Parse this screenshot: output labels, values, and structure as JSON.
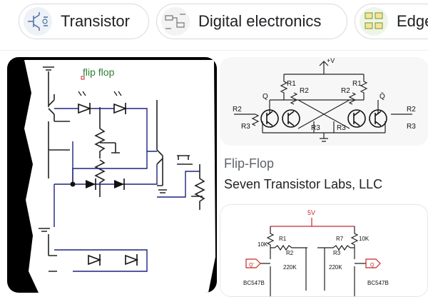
{
  "chips": [
    {
      "label": "Transistor"
    },
    {
      "label": "Digital electronics"
    },
    {
      "label": "Edge"
    }
  ],
  "results": {
    "left_image": {
      "caption": "flip flop"
    },
    "right_top": {
      "title": "Flip-Flop",
      "source": "Seven Transistor Labs, LLC",
      "labels": {
        "vplus": "+V",
        "r1": "R1",
        "r2": "R2",
        "r3": "R3",
        "q": "Q",
        "qbar": "Q̄",
        "ground": "⏚"
      }
    },
    "right_bottom": {
      "labels": {
        "five_v": "5V",
        "r1": "R1",
        "r2": "R2",
        "r3": "R3",
        "r7": "R7",
        "k10": "10K",
        "k220": "220K",
        "q": "Q",
        "qbar": "Q'",
        "transistor": "BC547B"
      }
    }
  }
}
